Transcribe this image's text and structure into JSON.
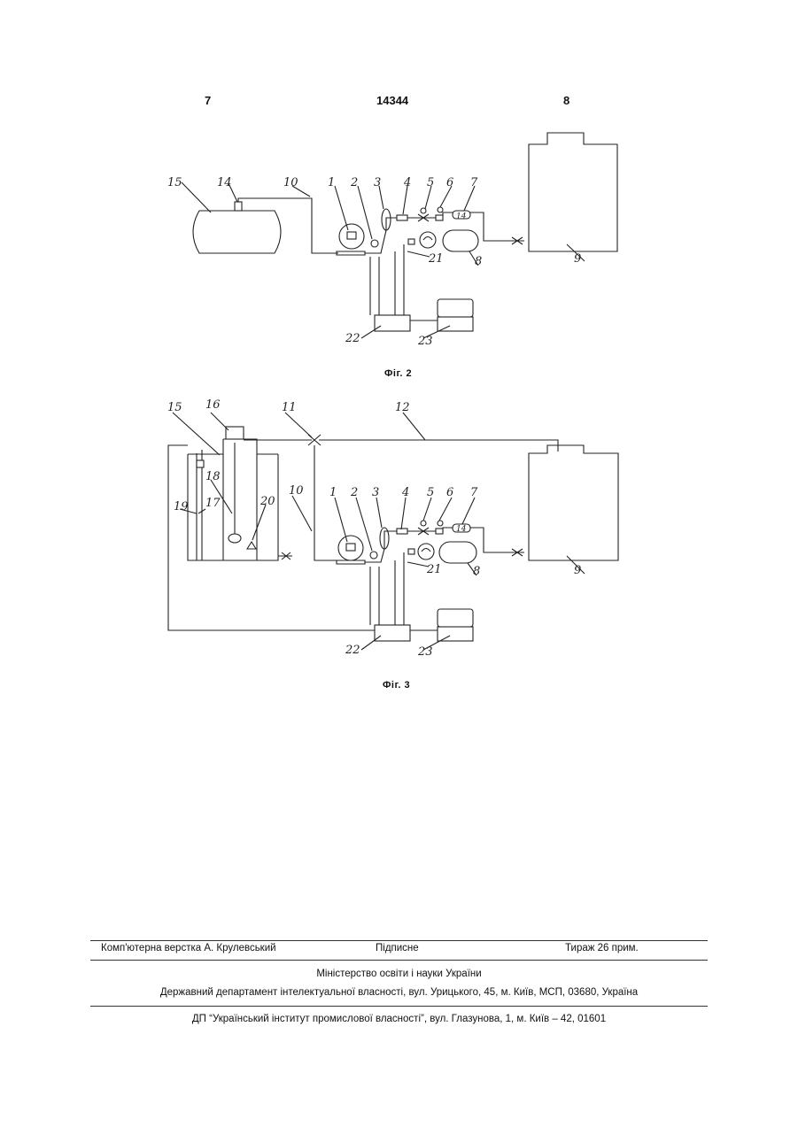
{
  "header": {
    "left_page": "7",
    "patent_number": "14344",
    "right_page": "8"
  },
  "figures": [
    {
      "caption": "Фіг. 2",
      "labels": [
        "15",
        "14",
        "10",
        "1",
        "2",
        "3",
        "4",
        "5",
        "6",
        "7",
        "14",
        "21",
        "8",
        "9",
        "22",
        "23"
      ]
    },
    {
      "caption": "Фіг. 3",
      "labels": [
        "15",
        "16",
        "11",
        "12",
        "18",
        "17",
        "19",
        "20",
        "10",
        "1",
        "2",
        "3",
        "4",
        "5",
        "6",
        "7",
        "14",
        "21",
        "8",
        "9",
        "22",
        "23"
      ]
    }
  ],
  "footer": {
    "layout": "Комп'ютерна верстка А. Крулевський",
    "signed": "Підписне",
    "circulation": "Тираж 26 прим.",
    "ministry": "Міністерство освіти і науки України",
    "department": "Державний департамент інтелектуальної власності, вул. Урицького, 45, м. Київ, МСП, 03680, Україна",
    "institute": "ДП “Український інститут промислової власності”, вул. Глазунова, 1, м. Київ – 42, 01601"
  }
}
